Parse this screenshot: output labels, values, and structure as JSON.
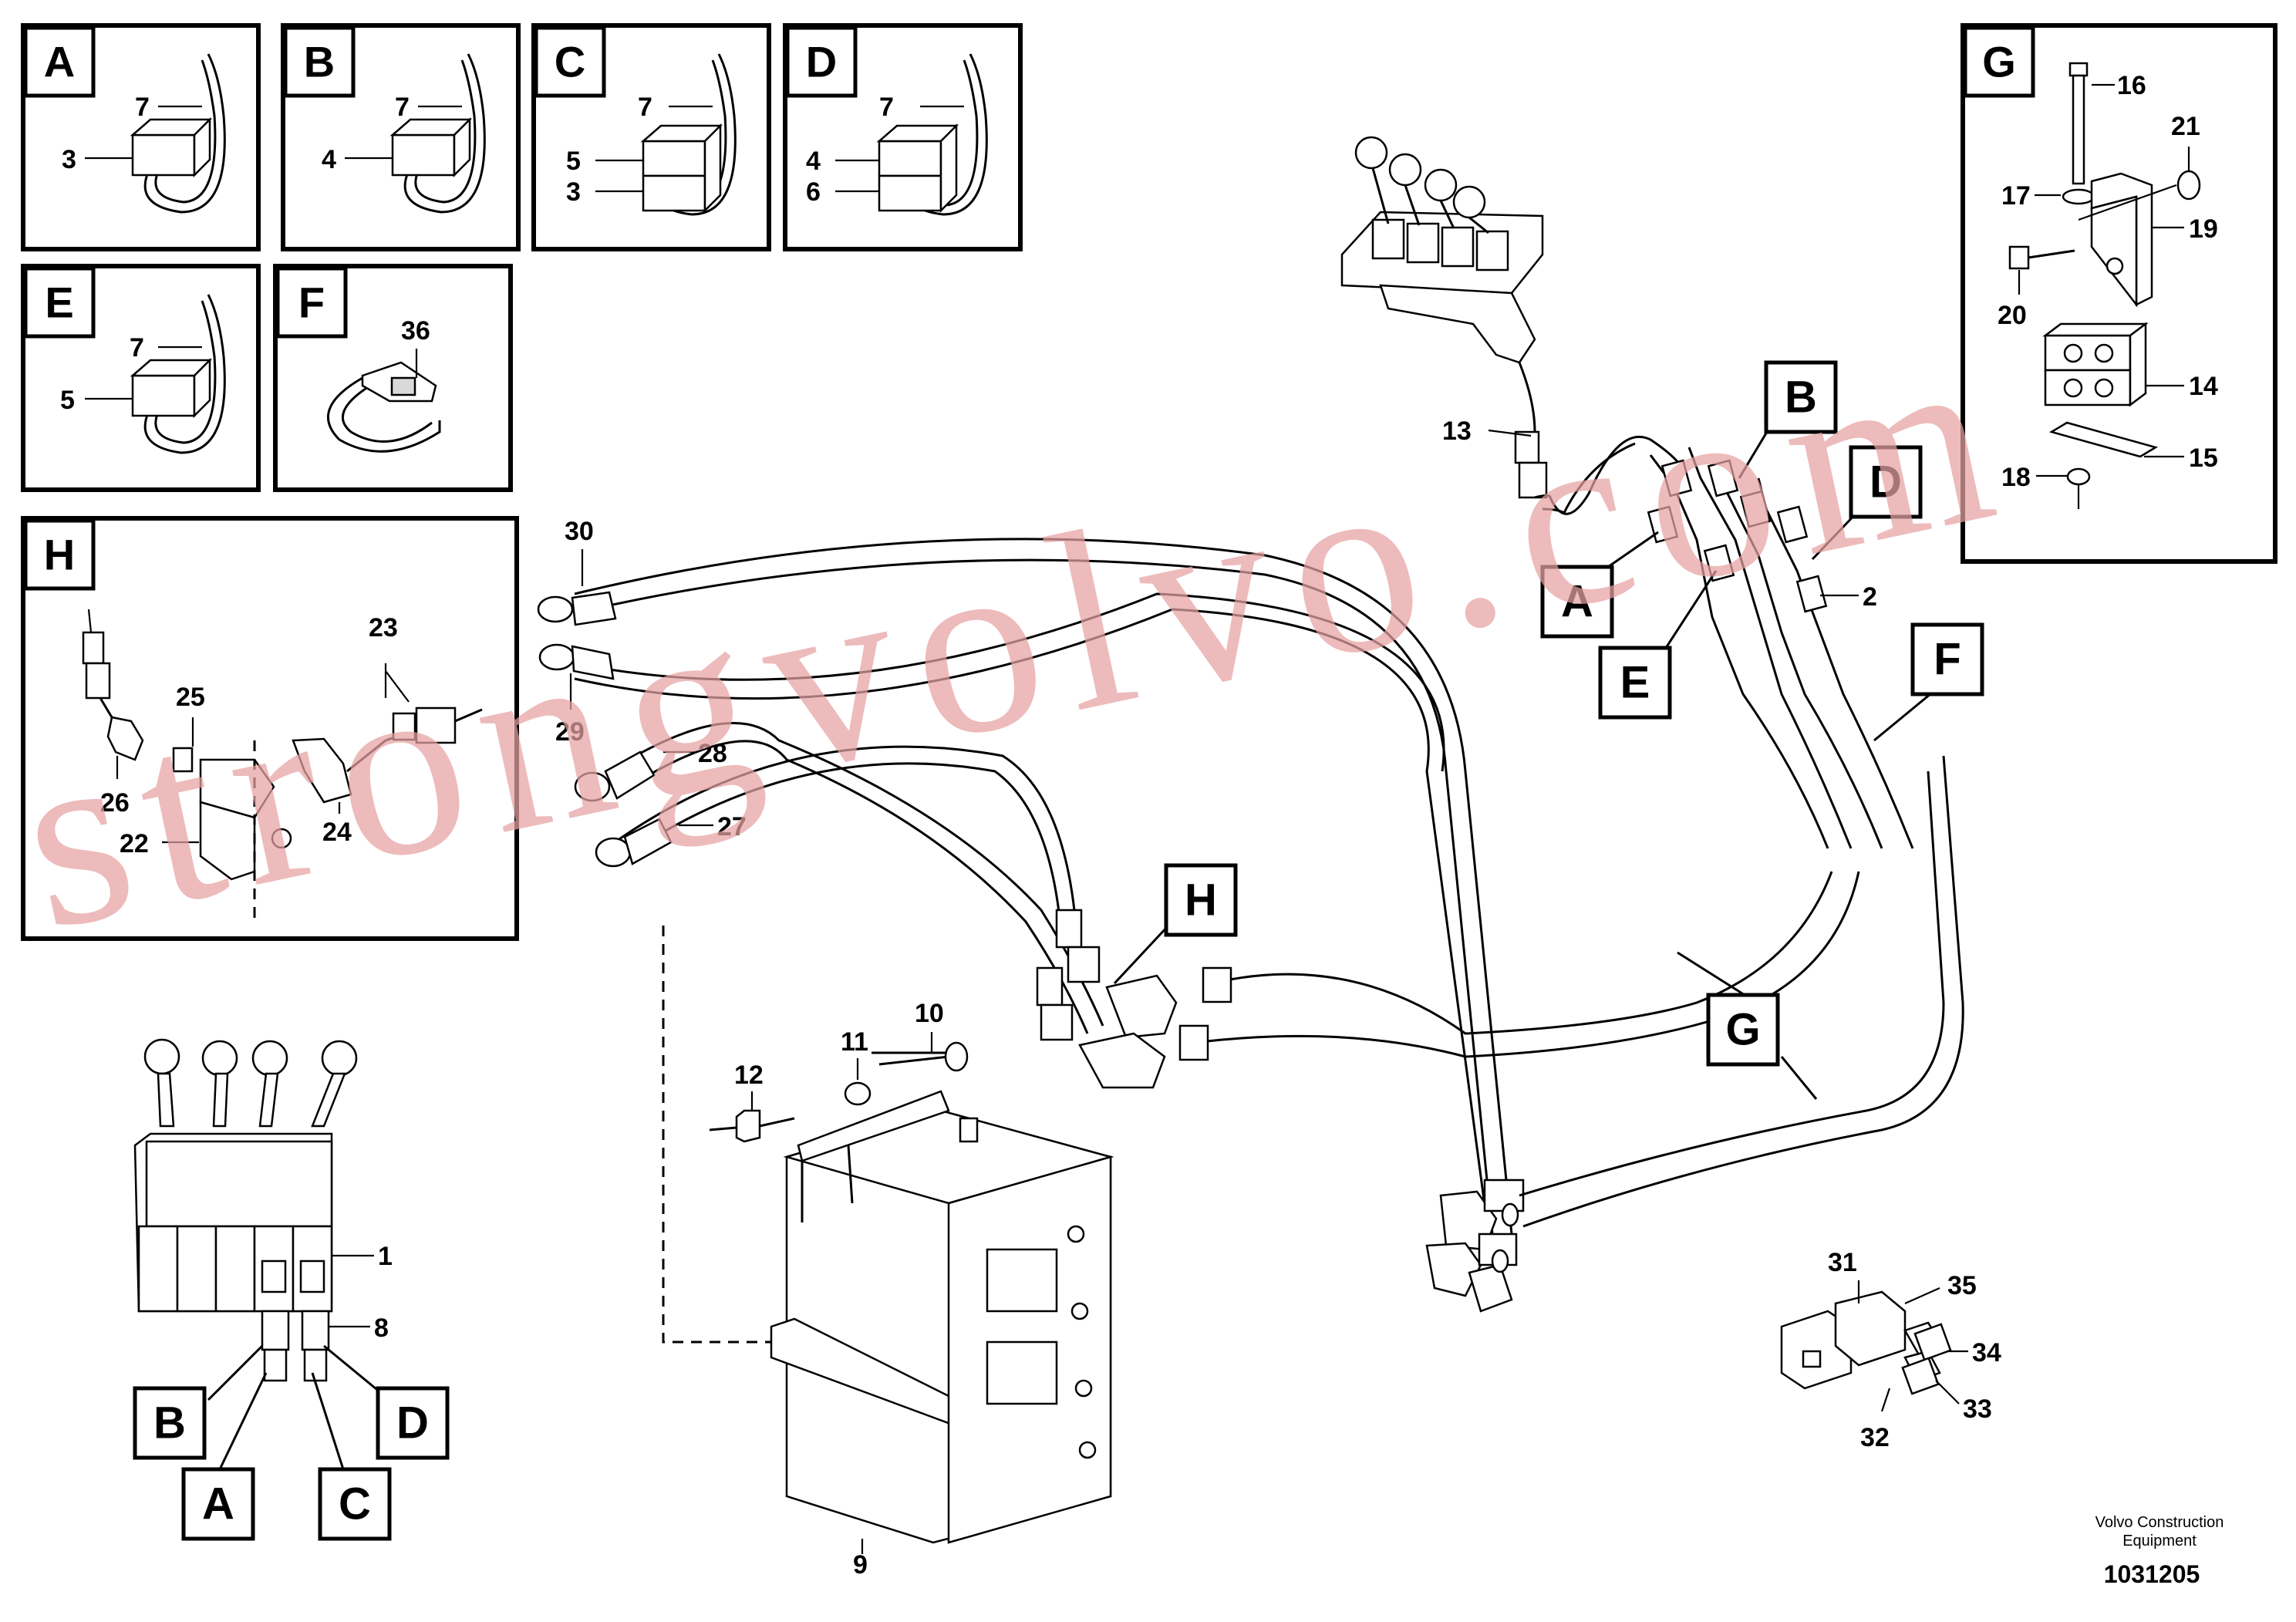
{
  "insets": [
    {
      "letter": "A",
      "callouts": [
        "7",
        "3"
      ]
    },
    {
      "letter": "B",
      "callouts": [
        "7",
        "4"
      ]
    },
    {
      "letter": "C",
      "callouts": [
        "7",
        "5",
        "3"
      ]
    },
    {
      "letter": "D",
      "callouts": [
        "7",
        "4",
        "6"
      ]
    },
    {
      "letter": "E",
      "callouts": [
        "7",
        "5"
      ]
    },
    {
      "letter": "F",
      "callouts": [
        "36"
      ]
    },
    {
      "letter": "G",
      "callouts": [
        "16",
        "21",
        "17",
        "19",
        "20",
        "14",
        "18",
        "15"
      ]
    },
    {
      "letter": "H",
      "callouts": [
        "23",
        "25",
        "26",
        "24",
        "22"
      ]
    }
  ],
  "main_callouts": [
    "30",
    "29",
    "28",
    "27",
    "13",
    "2",
    "1",
    "8",
    "9",
    "10",
    "11",
    "12",
    "31",
    "35",
    "34",
    "33",
    "32"
  ],
  "hose_tags": [
    "B",
    "D",
    "A",
    "E",
    "F",
    "G",
    "H",
    "B",
    "D",
    "A",
    "C"
  ],
  "watermark": "strongvolvo.com",
  "footer": {
    "line1": "Volvo Construction",
    "line2": "Equipment",
    "doc_number": "1031205"
  }
}
